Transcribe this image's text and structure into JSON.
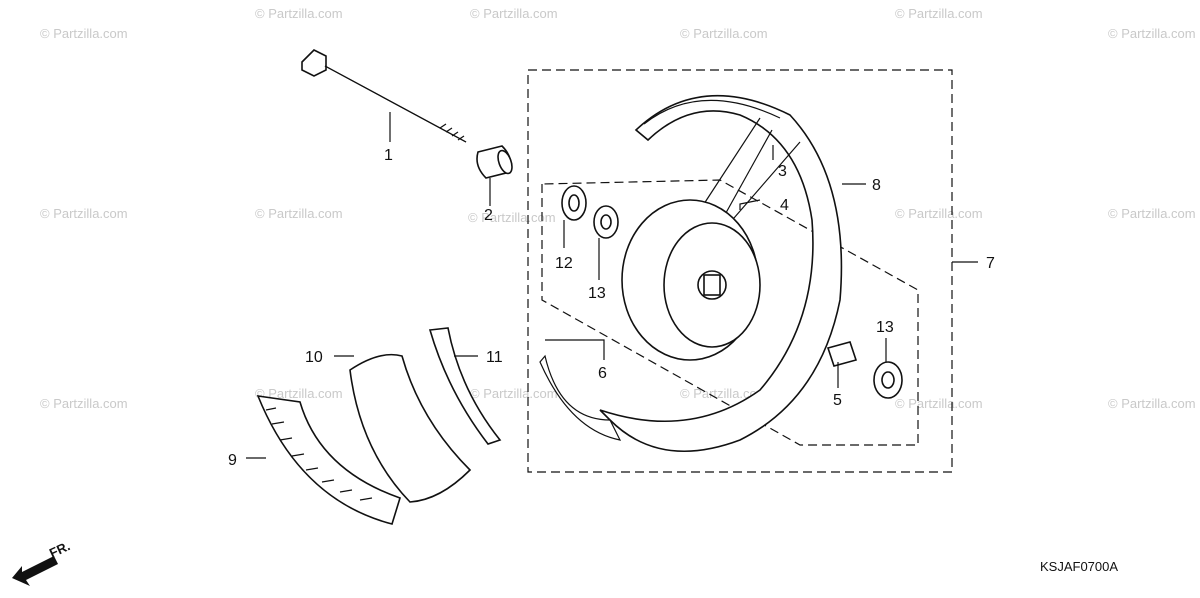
{
  "diagram": {
    "code": "KSJAF0700A",
    "direction_label": "FR.",
    "watermark": "© Partzilla.com",
    "callouts": [
      "1",
      "2",
      "3",
      "4",
      "5",
      "6",
      "7",
      "8",
      "9",
      "10",
      "11",
      "12",
      "13",
      "13"
    ]
  },
  "colors": {
    "line": "#111111",
    "watermark": "#c9c9c9",
    "background": "#ffffff"
  }
}
